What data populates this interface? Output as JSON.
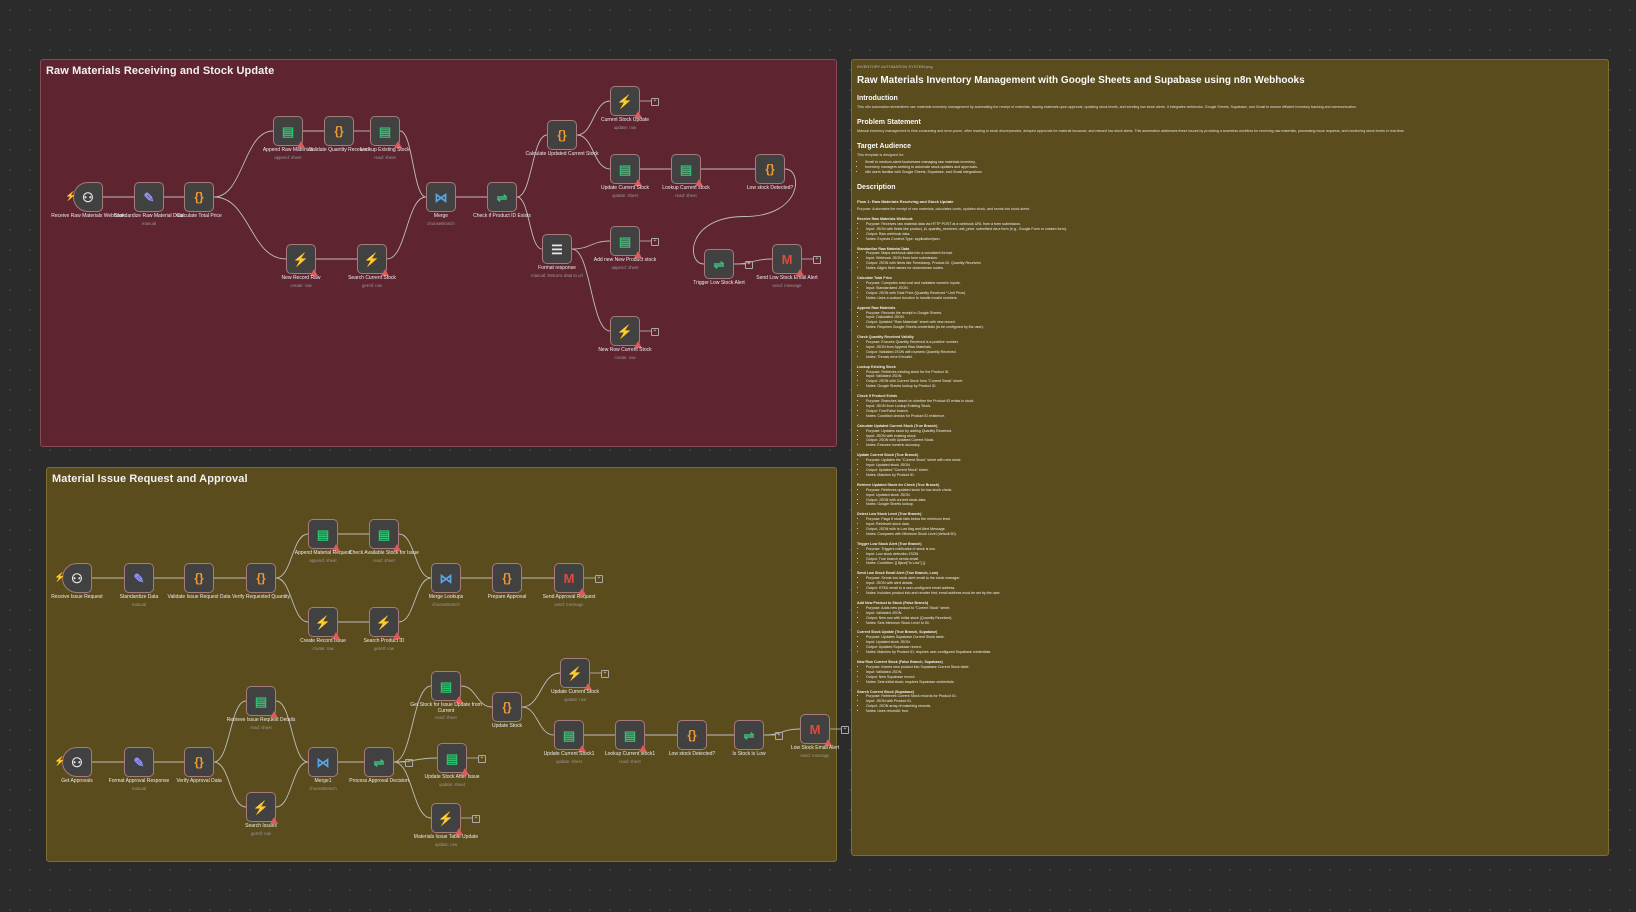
{
  "canvas": {
    "sticky_raw": {
      "title": "Raw Materials Receiving and Stock Update"
    },
    "sticky_issue": {
      "title": "Material Issue Request and Approval"
    }
  },
  "nodes": {
    "receive_raw_webhook": {
      "label": "Receive Raw Materials Webhook",
      "icon": "webhook-icon"
    },
    "standardize_raw": {
      "label": "Standardize Raw Material Data",
      "sub": "manual",
      "icon": "pen-icon"
    },
    "calc_total_price": {
      "label": "Calculate Total Price",
      "icon": "code-icon"
    },
    "append_raw": {
      "label": "Append Raw Materials",
      "sub": "append: sheet",
      "icon": "sheets-icon"
    },
    "validate_qty": {
      "label": "Validate Quantity Received",
      "icon": "code-icon"
    },
    "lookup_existing": {
      "label": "Lookup Existing Stock",
      "sub": "read: sheet",
      "icon": "sheets-icon"
    },
    "new_record_raw": {
      "label": "New Record Raw",
      "sub": "create: row",
      "icon": "supabase-icon"
    },
    "search_current_stock": {
      "label": "Search Current Stock",
      "sub": "getAll: row",
      "icon": "supabase-icon"
    },
    "merge1": {
      "label": "Merge",
      "sub": "chooseBranch",
      "icon": "merge-icon"
    },
    "check_product_id": {
      "label": "Check if Product ID Exists",
      "icon": "if-icon"
    },
    "calc_updated_stock": {
      "label": "Calculate Updated Current Stock",
      "icon": "code-icon"
    },
    "format_response": {
      "label": "Format response",
      "sub": "manual: Returns data to url",
      "icon": "response-icon"
    },
    "current_stock_update": {
      "label": "Current Stock Update",
      "sub": "update: row",
      "icon": "supabase-icon"
    },
    "update_current_stock": {
      "label": "Update Current Stock",
      "sub": "update: sheet",
      "icon": "sheets-icon"
    },
    "lookup_current_stock": {
      "label": "Lookup Current stock",
      "sub": "read: sheet",
      "icon": "sheets-icon"
    },
    "low_stock_detected": {
      "label": "Low stock Detected?",
      "icon": "code-icon"
    },
    "add_new_product": {
      "label": "Add new New Product stock",
      "sub": "append: sheet",
      "icon": "sheets-icon"
    },
    "new_row_current_stock": {
      "label": "New Row Current Stock",
      "sub": "create: row",
      "icon": "supabase-icon"
    },
    "trigger_low_stock": {
      "label": "Trigger Low Stock Alert",
      "icon": "if-icon"
    },
    "send_low_stock_email": {
      "label": "Send Low Stock Email Alert",
      "sub": "send: message",
      "icon": "gmail-icon"
    },
    "receive_issue_request": {
      "label": "Receive Issue Request",
      "icon": "webhook-icon"
    },
    "standardize_data": {
      "label": "Standardize Data",
      "sub": "manual",
      "icon": "pen-icon"
    },
    "validate_issue_request": {
      "label": "Validate Issue Request Data",
      "icon": "code-icon"
    },
    "verify_requested_qty": {
      "label": "Verify Requested Quantity",
      "icon": "code-icon"
    },
    "append_material_request": {
      "label": "Append Material Request",
      "sub": "append: sheet",
      "icon": "sheets-icon"
    },
    "check_available_stock": {
      "label": "Check Available Stock for Issue",
      "sub": "read: sheet",
      "icon": "sheets-icon"
    },
    "create_record_issue": {
      "label": "Create Record Issue",
      "sub": "create: row",
      "icon": "supabase-icon"
    },
    "search_product_id": {
      "label": "Search Product ID",
      "sub": "getAll: row",
      "icon": "supabase-icon"
    },
    "merge_lookups": {
      "label": "Merge Lookups",
      "sub": "chooseBranch",
      "icon": "merge-icon"
    },
    "prepare_approval": {
      "label": "Prepare Approval",
      "icon": "code-icon"
    },
    "send_approval_request": {
      "label": "Send Approval Request",
      "sub": "send: message",
      "icon": "gmail-icon"
    },
    "get_approvals": {
      "label": "Get Approvals",
      "icon": "webhook-icon"
    },
    "format_approval_response": {
      "label": "Format Approval Response",
      "sub": "manual",
      "icon": "pen-icon"
    },
    "verify_approval_data": {
      "label": "Verify Approval Data",
      "icon": "code-icon"
    },
    "retrieve_issue_details": {
      "label": "Retrieve Issue Request Details",
      "sub": "read: sheet",
      "icon": "sheets-icon"
    },
    "search_issues": {
      "label": "Search Issues",
      "sub": "getAll: row",
      "icon": "supabase-icon"
    },
    "merge2": {
      "label": "Merge1",
      "sub": "chooseBranch",
      "icon": "merge-icon"
    },
    "process_approval": {
      "label": "Process Approval Decision",
      "icon": "if-icon"
    },
    "get_stock_for_issue": {
      "label": "Get Stock for Issue Update from Current",
      "sub": "read: sheet",
      "icon": "sheets-icon"
    },
    "update_stock_after_issue": {
      "label": "Update Stock After Issue",
      "sub": "update: sheet",
      "icon": "sheets-icon"
    },
    "materials_issue_table_update": {
      "label": "Materials Issue Table Update",
      "sub": "update: row",
      "icon": "supabase-icon"
    },
    "update_stock_code": {
      "label": "Update Stock",
      "icon": "code-icon"
    },
    "update_current_stock_supa": {
      "label": "Update Current Stock",
      "sub": "update: row",
      "icon": "supabase-icon"
    },
    "update_current_stock1": {
      "label": "Update Current Stock1",
      "sub": "update: sheet",
      "icon": "sheets-icon"
    },
    "lookup_current_stock1": {
      "label": "Lookup Current stock1",
      "sub": "read: sheet",
      "icon": "sheets-icon"
    },
    "low_stock_detected1": {
      "label": "Low stock Detected?",
      "icon": "code-icon"
    },
    "is_stock_low": {
      "label": "Is Stock is Low",
      "icon": "if-icon"
    },
    "low_stock_email_alert": {
      "label": "Low Stock Email Alert",
      "sub": "send: message",
      "icon": "gmail-icon"
    }
  },
  "doc": {
    "image_caption": "INVENTORY AUTOMATION SYSTEM.png",
    "title": "Raw Materials Inventory Management with Google Sheets and Supabase using n8n Webhooks",
    "intro_h": "Introduction",
    "intro_p": "This n8n automation streamlines raw materials inventory management by automating the receipt of materials, issuing materials upon approval, updating stock levels, and sending low stock alerts. It integrates webhooks, Google Sheets, Supabase, and Gmail to ensure efficient inventory tracking and communication.",
    "problem_h": "Problem Statement",
    "problem_p": "Manual inventory management is time-consuming and error-prone, often leading to stock discrepancies, delayed approvals for material issuance, and missed low stock alerts. This automation addresses these issues by providing a seamless workflow for receiving raw materials, processing issue requests, and monitoring stock levels in real-time.",
    "audience_h": "Target Audience",
    "audience_p": "This template is designed for:",
    "audience_items": [
      "Small to medium-sized businesses managing raw materials inventory.",
      "Inventory managers seeking to automate stock updates and approvals.",
      "n8n users familiar with Google Sheets, Supabase, and Gmail integrations."
    ],
    "desc_h": "Description",
    "flow_title": "Flow 1: Raw Materials Receiving and Stock Update",
    "flow_purpose": "Purpose: Automates the receipt of raw materials, calculates costs, updates stock, and sends low stock alerts.",
    "steps": [
      {
        "name": "Receive Raw Materials Webhook",
        "lines": [
          "Purpose: Receives raw material data via HTTP POST at a webhook URL from a form submission.",
          "Input: JSON with fields like product_id, quantity_received, unit_price, submitted via a form (e.g., Google Form or custom form).",
          "Output: Raw webhook data.",
          "Notes: Expects Content-Type: application/json."
        ]
      },
      {
        "name": "Standardize Raw Material Data",
        "lines": [
          "Purpose: Maps webhook data into a consistent format.",
          "Input: Webhook JSON from form submission.",
          "Output: JSON with fields like Timestamp, Product ID, Quantity Received.",
          "Notes: Aligns field names for downstream nodes."
        ]
      },
      {
        "name": "Calculate Total Price",
        "lines": [
          "Purpose: Computes total cost and validates numeric inputs.",
          "Input: Standardized JSON.",
          "Output: JSON with Total Price (Quantity Received * Unit Price).",
          "Notes: Uses a custom function to handle invalid numbers."
        ]
      },
      {
        "name": "Append Raw Materials",
        "lines": [
          "Purpose: Records the receipt in Google Sheets.",
          "Input: Calculated JSON.",
          "Output: Updated \"Raw Materials\" sheet with new record.",
          "Notes: Requires Google Sheets credentials (to be configured by the user)."
        ]
      },
      {
        "name": "Check Quantity Received Validity",
        "lines": [
          "Purpose: Ensures Quantity Received is a positive number.",
          "Input: JSON from Append Raw Materials.",
          "Output: Validated JSON with numeric Quantity Received.",
          "Notes: Throws error if invalid."
        ]
      },
      {
        "name": "Lookup Existing Stock",
        "lines": [
          "Purpose: Retrieves existing stock for the Product ID.",
          "Input: Validated JSON.",
          "Output: JSON with Current Stock from \"Current Stock\" sheet.",
          "Notes: Google Sheets lookup by Product ID."
        ]
      },
      {
        "name": "Check If Product Exists",
        "lines": [
          "Purpose: Branches based on whether the Product ID exists in stock.",
          "Input: JSON from Lookup Existing Stock.",
          "Output: True/False branch.",
          "Notes: Condition checks for Product ID existence."
        ]
      },
      {
        "name": "Calculate Updated Current Stock (True Branch)",
        "lines": [
          "Purpose: Updates stock by adding Quantity Received.",
          "Input: JSON with existing stock.",
          "Output: JSON with Updated Current Stock.",
          "Notes: Ensures numeric accuracy."
        ]
      },
      {
        "name": "Update Current Stock (True Branch)",
        "lines": [
          "Purpose: Updates the \"Current Stock\" sheet with new stock.",
          "Input: Updated stock JSON.",
          "Output: Updated \"Current Stock\" sheet.",
          "Notes: Matches by Product ID."
        ]
      },
      {
        "name": "Retrieve Updated Stock for Check (True Branch)",
        "lines": [
          "Purpose: Retrieves updated stock for low stock check.",
          "Input: Updated stock JSON.",
          "Output: JSON with current stock data.",
          "Notes: Google Sheets lookup."
        ]
      },
      {
        "name": "Detect Low Stock Level (True Branch)",
        "lines": [
          "Purpose: Flags if stock falls below the minimum level.",
          "Input: Retrieved stock data.",
          "Output: JSON with Is Low flag and Alert Message.",
          "Notes: Compares with Minimum Stock Level (default 50)."
        ]
      },
      {
        "name": "Trigger Low Stock Alert (True Branch)",
        "lines": [
          "Purpose: Triggers notification if stock is low.",
          "Input: Low stock detection JSON.",
          "Output: True branch sends email.",
          "Notes: Condition: {{ $json[\"Is Low\"] }}."
        ]
      },
      {
        "name": "Send Low Stock Email Alert (True Branch, Low)",
        "lines": [
          "Purpose: Sends low stock alert email to the stock manager.",
          "Input: JSON with alert details.",
          "Output: HTML email to a user-configured email address.",
          "Notes: Includes product info and reorder hint; email address must be set by the user."
        ]
      },
      {
        "name": "Add New Product to Stock (False Branch)",
        "lines": [
          "Purpose: Adds new product to \"Current Stock\" sheet.",
          "Input: Validated JSON.",
          "Output: New row with initial stock (Quantity Received).",
          "Notes: Sets Minimum Stock Level to 50."
        ]
      },
      {
        "name": "Current Stock Update (True Branch, Supabase)",
        "lines": [
          "Purpose: Updates Supabase Current Stock table.",
          "Input: Updated stock JSON.",
          "Output: Updated Supabase record.",
          "Notes: Matches by Product ID; requires user-configured Supabase credentials."
        ]
      },
      {
        "name": "New Row Current Stock (False Branch, Supabase)",
        "lines": [
          "Purpose: Inserts new product into Supabase Current Stock table.",
          "Input: Validated JSON.",
          "Output: New Supabase record.",
          "Notes: Sets initial stock; requires Supabase credentials."
        ]
      },
      {
        "name": "Search Current Stock (Supabase)",
        "lines": [
          "Purpose: Retrieves Current Stock records for Product ID.",
          "Input: JSON with Product ID.",
          "Output: JSON array of matching records.",
          "Notes: Uses returnAll: true."
        ]
      }
    ]
  },
  "colors": {
    "canvas_bg": "#2b2b2b",
    "sticky_red": "#5e2430",
    "sticky_yellow": "#5a4c1d",
    "node_bg": "#414141",
    "connection": "#bdbdbd",
    "warning": "#e05a5a"
  }
}
